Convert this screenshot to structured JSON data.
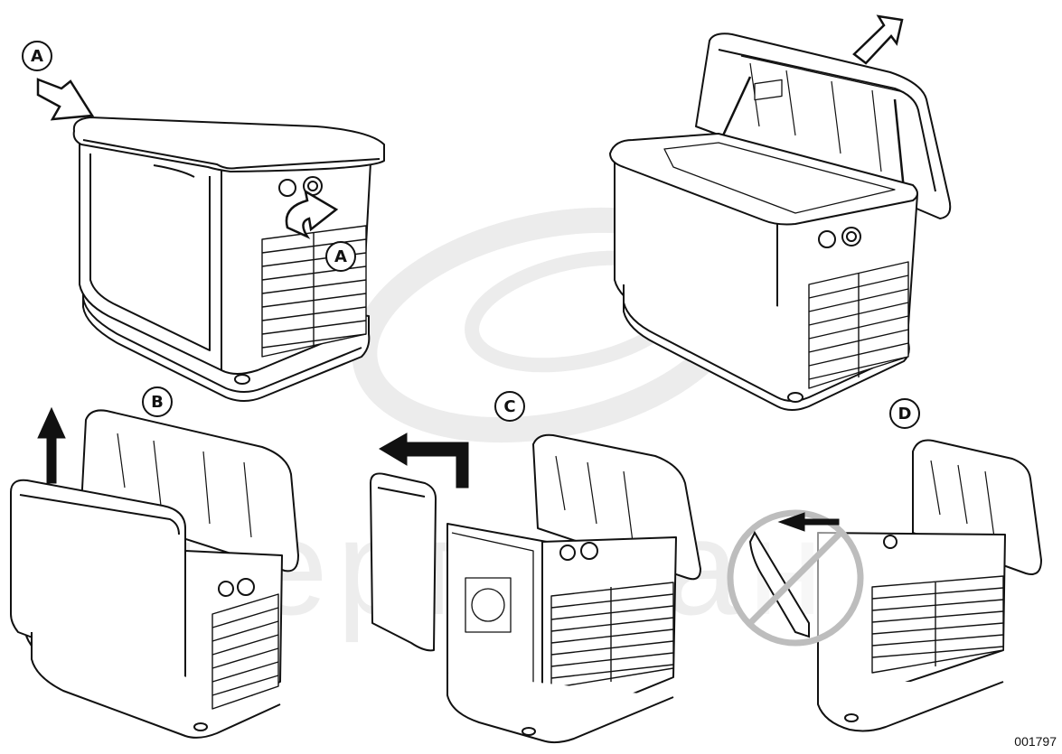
{
  "labels": {
    "step_a_top": "A",
    "step_a_side": "A",
    "step_b": "B",
    "step_c": "C",
    "step_d": "D"
  },
  "figure_id": "001797",
  "watermark_text": "Энергомания",
  "colors": {
    "line": "#111111",
    "fill": "#ffffff",
    "watermark": "#ececec",
    "arrow": "#111111"
  },
  "icons": {
    "prohibited": "prohibition-icon"
  }
}
